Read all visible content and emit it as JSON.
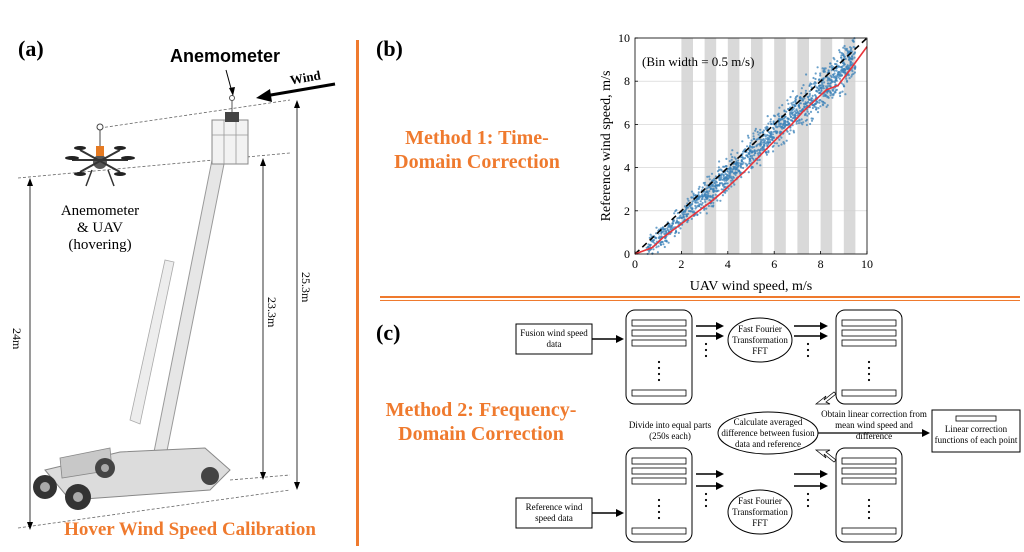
{
  "panel_a": {
    "label": "(a)",
    "anemometer_label": "Anemometer",
    "wind_label": "Wind",
    "uav_caption": [
      "Anemometer",
      "& UAV",
      "(hovering)"
    ],
    "heights": [
      "24m",
      "23.3m",
      "25.3m"
    ],
    "caption": "Hover Wind Speed Calibration"
  },
  "panel_b": {
    "label": "(b)",
    "method_title": [
      "Method 1: Time-",
      "Domain Correction"
    ]
  },
  "panel_c": {
    "label": "(c)",
    "method_title": [
      "Method 2: Frequency-",
      "Domain Correction"
    ],
    "fusion_input": [
      "Fusion wind speed",
      "data"
    ],
    "reference_input": [
      "Reference wind",
      "speed data"
    ],
    "fft_label": [
      "Fast Fourier",
      "Transformation",
      "FFT"
    ],
    "divide_label": [
      "Divide into equal parts",
      "(250s each)"
    ],
    "calc_label": [
      "Calculate averaged",
      "difference between fusion",
      "data and reference"
    ],
    "obtain_label": [
      "Obtain linear correction from",
      "mean wind speed and difference"
    ],
    "output_label": [
      "Linear correction",
      "functions of each point"
    ]
  },
  "colors": {
    "accent_orange": "#ef7a2e",
    "scatter_blue": "#3b82b8",
    "fit_red": "#e8343a",
    "bin_gray": "#d9d9d9"
  },
  "chart_data": {
    "type": "scatter",
    "title": "",
    "xlabel": "UAV wind speed, m/s",
    "ylabel": "Reference wind speed, m/s",
    "xlim": [
      0,
      10
    ],
    "ylim": [
      0,
      10
    ],
    "xticks": [
      0,
      2,
      4,
      6,
      8,
      10
    ],
    "yticks": [
      0,
      2,
      4,
      6,
      8,
      10
    ],
    "annotation": "(Bin width = 0.5 m/s)",
    "grid": true,
    "bin_shading": [
      [
        2,
        2.5
      ],
      [
        3,
        3.5
      ],
      [
        4,
        4.5
      ],
      [
        5,
        5.5
      ],
      [
        6,
        6.5
      ],
      [
        7,
        7.5
      ],
      [
        8,
        8.5
      ],
      [
        9,
        9.5
      ]
    ],
    "series": [
      {
        "kind": "reference-line",
        "style": "dashed-black",
        "x": [
          0,
          10
        ],
        "y": [
          0,
          10
        ]
      },
      {
        "kind": "bin-mean-line",
        "style": "solid-red",
        "x": [
          0,
          0.75,
          1.25,
          1.75,
          2.25,
          2.75,
          3.25,
          3.75,
          4.25,
          4.75,
          5.25,
          5.75,
          6.25,
          6.75,
          7.25,
          7.75,
          8.25,
          8.75,
          9.25,
          10
        ],
        "y": [
          0,
          0.3,
          0.8,
          1.2,
          1.6,
          2.0,
          2.4,
          2.85,
          3.35,
          3.85,
          4.4,
          4.95,
          5.5,
          6.0,
          6.6,
          7.1,
          7.6,
          7.8,
          8.5,
          9.6
        ]
      }
    ],
    "scatter_cloud": {
      "x_range": [
        0.5,
        9.5
      ],
      "y_offset_mean": -0.35,
      "y_spread": 0.55
    }
  }
}
